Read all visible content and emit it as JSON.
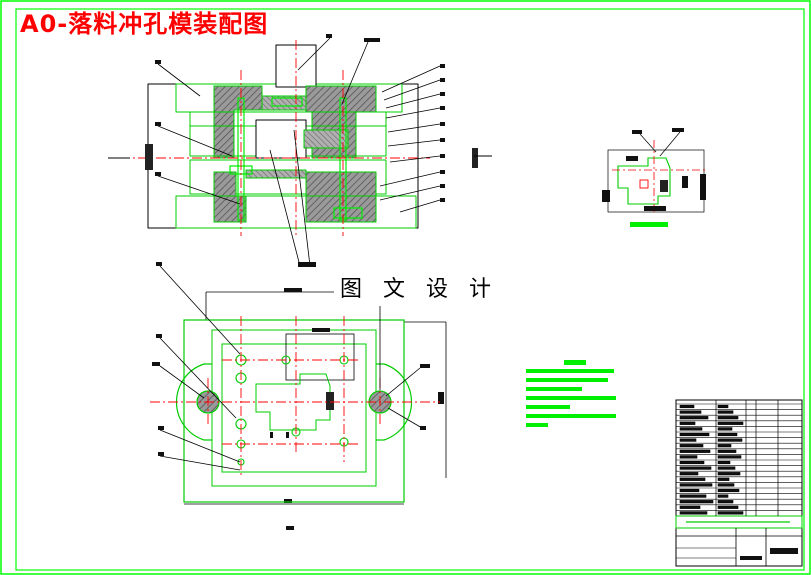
{
  "drawing": {
    "title": "A0-落料冲孔模装配图",
    "watermark": "图 文 设 计"
  },
  "colors": {
    "frame": "#00ff00",
    "outline": "#00cc00",
    "centerline": "#ff0000",
    "section_fill": "#7a7a7a",
    "leader": "#000000",
    "note_bars": "#00ee00"
  },
  "views": [
    "front-section-view",
    "top-plan-view",
    "part-detail-view"
  ]
}
